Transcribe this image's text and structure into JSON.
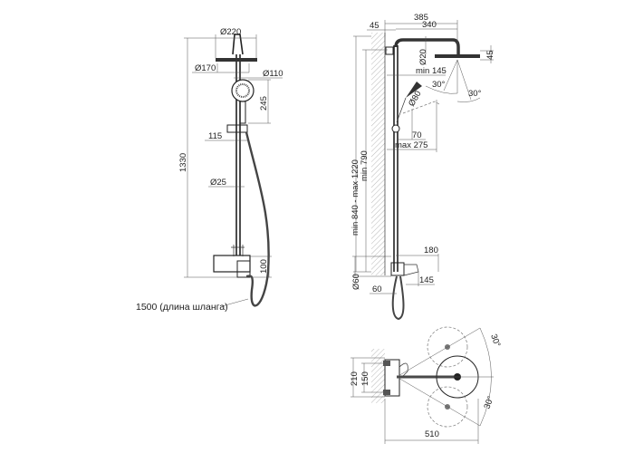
{
  "front_view": {
    "head_diameter": "Ø220",
    "head_inner_diameter": "Ø170",
    "hand_shower_diameter": "Ø110",
    "hand_shower_length": "245",
    "bracket_offset": "115",
    "pipe_diameter": "Ø25",
    "total_height": "1330",
    "mixer_height": "100",
    "hose_note": "1500 (длина шланга)"
  },
  "side_view": {
    "overall_reach": "385",
    "arm_length": "340",
    "wall_offset": "45",
    "arm_pipe_diameter": "Ø20",
    "head_height": "45",
    "min_hand_reach": "min 145",
    "tilt_angle_1": "30°",
    "tilt_angle_2": "30°",
    "hand_head_diameter": "Ø80",
    "hand_offset": "70",
    "max_hand_reach": "max 275",
    "height_range": "min 840 - max 1220",
    "min_height": "min 790",
    "mixer_reach": "180",
    "inlet_diameter": "Ø60",
    "inlet_depth": "60",
    "mixer_depth": "145"
  },
  "top_view": {
    "plate_width": "210",
    "inlet_spacing": "150",
    "total_reach": "510",
    "swivel_angle_1": "30°",
    "swivel_angle_2": "30°"
  }
}
